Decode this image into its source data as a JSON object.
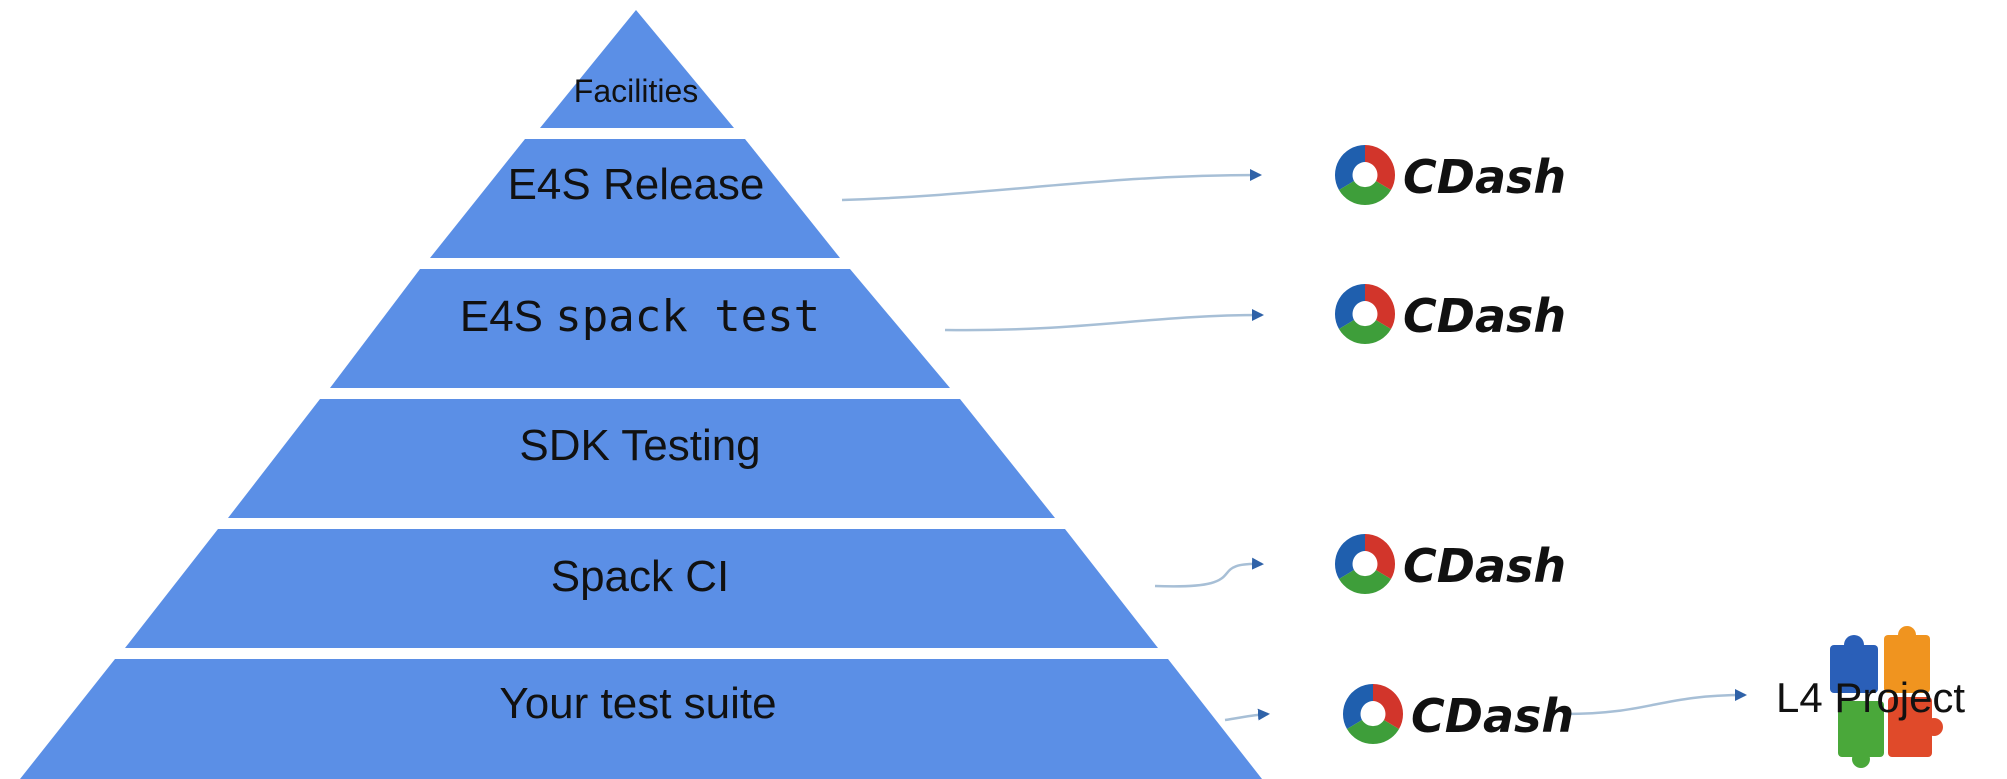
{
  "tiers": [
    {
      "id": "facilities",
      "label": "Facilities"
    },
    {
      "id": "e4s-release",
      "label": "E4S Release"
    },
    {
      "id": "e4s-spack-test",
      "label_prefix": "E4S",
      "label_code": "spack test"
    },
    {
      "id": "sdk-testing",
      "label": "SDK Testing"
    },
    {
      "id": "spack-ci",
      "label": "Spack CI"
    },
    {
      "id": "your-test-suite",
      "label": "Your test suite"
    }
  ],
  "cdash": {
    "label": "CDash",
    "logo_icon": "cdash-logo-icon"
  },
  "project": {
    "label": "L4 Project",
    "icon": "puzzle-pieces-icon"
  },
  "colors": {
    "pyramid": "#5b8fe6",
    "arrow": "#2f62a8",
    "connector": "#a7bfd6",
    "text": "#111111",
    "logo_blue": "#1f5fae",
    "logo_green": "#3e9e3a",
    "logo_red": "#d2352b",
    "puzzle_blue": "#2a5fb8",
    "puzzle_orange": "#f0941f",
    "puzzle_green": "#4aa83a",
    "puzzle_red": "#e04a2a"
  }
}
